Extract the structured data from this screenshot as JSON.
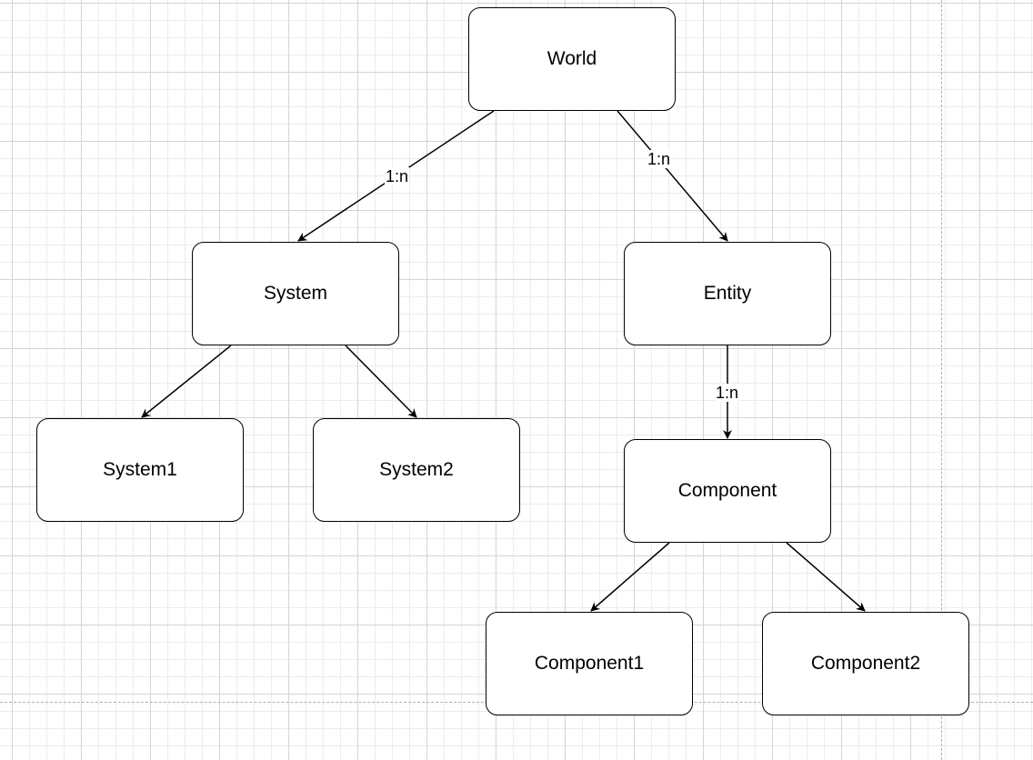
{
  "diagram": {
    "nodes": {
      "world": "World",
      "system": "System",
      "entity": "Entity",
      "system1": "System1",
      "system2": "System2",
      "component": "Component",
      "component1": "Component1",
      "component2": "Component2"
    },
    "edges": [
      {
        "from": "World",
        "to": "System",
        "label": "1:n"
      },
      {
        "from": "World",
        "to": "Entity",
        "label": "1:n"
      },
      {
        "from": "System",
        "to": "System1",
        "label": ""
      },
      {
        "from": "System",
        "to": "System2",
        "label": ""
      },
      {
        "from": "Entity",
        "to": "Component",
        "label": "1:n"
      },
      {
        "from": "Component",
        "to": "Component1",
        "label": ""
      },
      {
        "from": "Component",
        "to": "Component2",
        "label": ""
      }
    ]
  }
}
